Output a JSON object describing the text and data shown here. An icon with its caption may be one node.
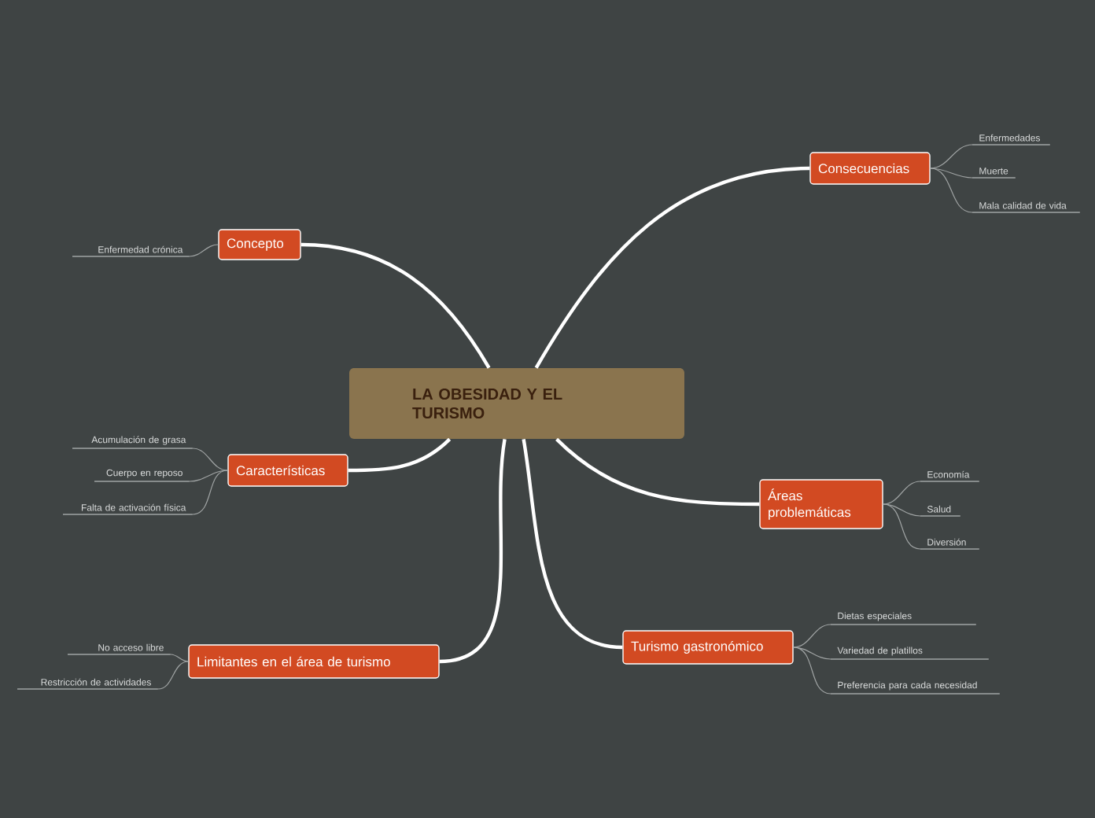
{
  "diagram": {
    "nodes": [
      {
        "text": [
          "LA OBESIDAD Y EL TURISMO"
        ]
      },
      {
        "text": [
          "Concepto"
        ]
      },
      {
        "text": [
          "Enfermedad crónica"
        ]
      },
      {
        "text": [
          "Consecuencias"
        ]
      },
      {
        "text": [
          "Enfermedades"
        ]
      },
      {
        "text": [
          "Muerte"
        ]
      },
      {
        "text": [
          "Mala calidad de vida"
        ]
      },
      {
        "text": [
          "Características"
        ]
      },
      {
        "text": [
          "Acumulación de grasa"
        ]
      },
      {
        "text": [
          "Cuerpo en reposo"
        ]
      },
      {
        "text": [
          "Falta de activación física"
        ]
      },
      {
        "text": [
          "Áreas problemáticas"
        ]
      },
      {
        "text": [
          "Economía"
        ]
      },
      {
        "text": [
          "Salud"
        ]
      },
      {
        "text": [
          "Diversión"
        ]
      },
      {
        "text": [
          "Limitantes en el área de turismo"
        ]
      },
      {
        "text": [
          "No acceso libre"
        ]
      },
      {
        "text": [
          "Restricción de actividades"
        ]
      },
      {
        "text": [
          "Turismo gastronómico"
        ]
      },
      {
        "text": [
          "Dietas especiales"
        ]
      },
      {
        "text": [
          "Variedad de platillos"
        ]
      },
      {
        "text": [
          "Preferencia para cada necesidad"
        ]
      }
    ],
    "edges": [
      {
        "from": 0,
        "to": 1,
        "arrow": "none",
        "style": "thick",
        "color": "#ffffff"
      },
      {
        "from": 0,
        "to": 3,
        "arrow": "none",
        "style": "thick",
        "color": "#ffffff"
      },
      {
        "from": 0,
        "to": 7,
        "arrow": "none",
        "style": "thick",
        "color": "#ffffff"
      },
      {
        "from": 0,
        "to": 11,
        "arrow": "none",
        "style": "thick",
        "color": "#ffffff"
      },
      {
        "from": 0,
        "to": 15,
        "arrow": "none",
        "style": "thick",
        "color": "#ffffff"
      },
      {
        "from": 0,
        "to": 18,
        "arrow": "none",
        "style": "thick",
        "color": "#ffffff"
      },
      {
        "from": 1,
        "to": 2,
        "arrow": "none"
      },
      {
        "from": 3,
        "to": 4,
        "arrow": "none"
      },
      {
        "from": 3,
        "to": 5,
        "arrow": "none"
      },
      {
        "from": 3,
        "to": 6,
        "arrow": "none"
      },
      {
        "from": 7,
        "to": 8,
        "arrow": "none"
      },
      {
        "from": 7,
        "to": 9,
        "arrow": "none"
      },
      {
        "from": 7,
        "to": 10,
        "arrow": "none"
      },
      {
        "from": 11,
        "to": 12,
        "arrow": "none"
      },
      {
        "from": 11,
        "to": 13,
        "arrow": "none"
      },
      {
        "from": 11,
        "to": 14,
        "arrow": "none"
      },
      {
        "from": 15,
        "to": 16,
        "arrow": "none"
      },
      {
        "from": 15,
        "to": 17,
        "arrow": "none"
      },
      {
        "from": 18,
        "to": 19,
        "arrow": "none"
      },
      {
        "from": 18,
        "to": 20,
        "arrow": "none"
      },
      {
        "from": 18,
        "to": 21,
        "arrow": "none"
      }
    ]
  }
}
